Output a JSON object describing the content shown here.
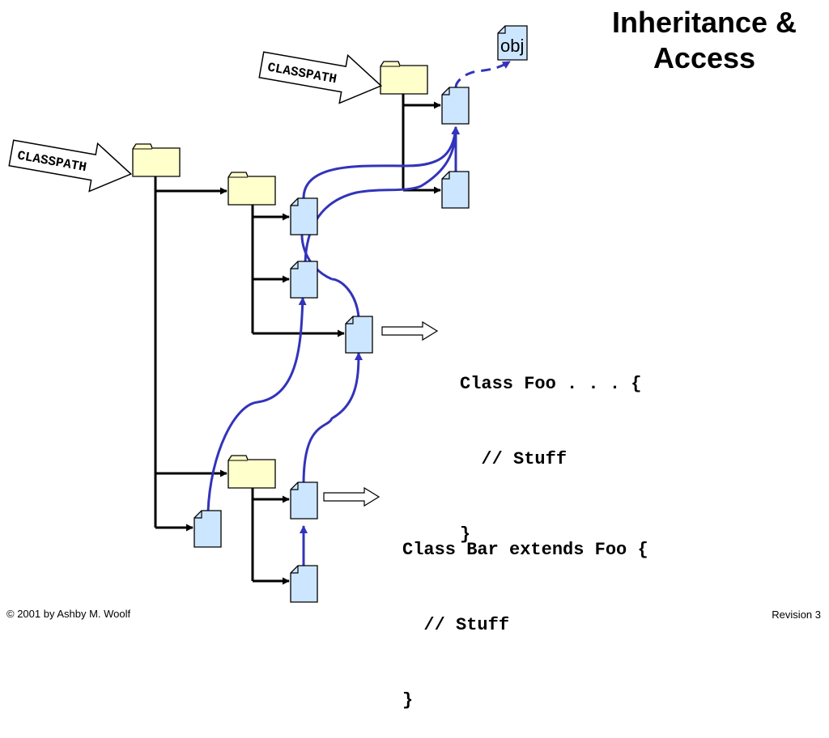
{
  "title": {
    "line1": "Inheritance &",
    "line2": "Access"
  },
  "classpath_labels": [
    "CLASSPATH",
    "CLASSPATH"
  ],
  "obj_label": "obj",
  "code_foo": [
    "Class Foo . . . {",
    "  // Stuff",
    "}"
  ],
  "code_bar": [
    "Class Bar extends Foo {",
    "  // Stuff",
    "}"
  ],
  "footer": {
    "left": "© 2001 by Ashby M. Woolf",
    "right": "Revision 3"
  },
  "colors": {
    "folder_fill": "#ffffcc",
    "file_fill": "#cce6ff",
    "inheritance_curve": "#3333bb",
    "tree_line": "#000000"
  }
}
